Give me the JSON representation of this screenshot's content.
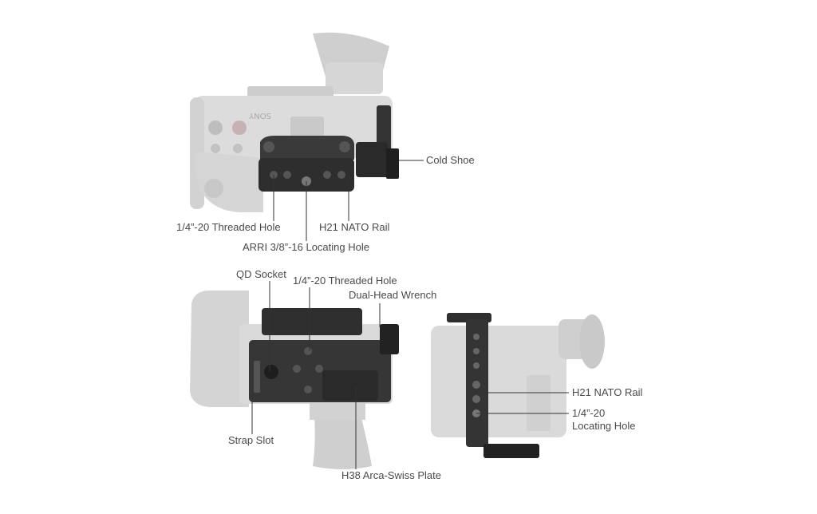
{
  "labels": {
    "cold_shoe": "Cold Shoe",
    "threaded_hole_top": "1/4”-20 Threaded Hole",
    "nato_rail_top": "H21 NATO Rail",
    "arri_hole": "ARRI 3/8”-16 Locating Hole",
    "qd_socket": "QD Socket",
    "threaded_hole_bottom": "1/4”-20 Threaded Hole",
    "dual_head_wrench": "Dual-Head Wrench",
    "strap_slot": "Strap Slot",
    "arca_plate": "H38 Arca-Swiss Plate",
    "nato_rail_side": "H21 NATO Rail",
    "locating_hole_side_line1": "1/4”-20",
    "locating_hole_side_line2": "Locating Hole"
  },
  "camera": {
    "brand_text": "SONY"
  },
  "colors": {
    "camera_body": "#d9d9d9",
    "camera_shadow": "#c4c4c4",
    "cage_dark": "#2f2f2f",
    "cage_mid": "#444444",
    "leader_line": "#333333",
    "label_text": "#4a4a4a"
  }
}
